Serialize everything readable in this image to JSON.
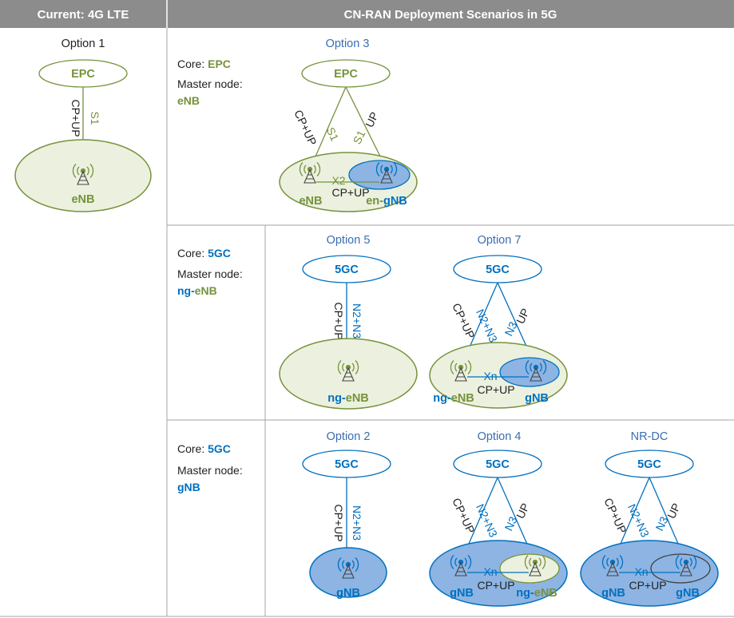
{
  "header": {
    "left": "Current: 4G LTE",
    "right": "CN-RAN Deployment Scenarios in 5G"
  },
  "colors": {
    "header_bg": "#8c8c8c",
    "lte_green": "#76923c",
    "green_fill": "#ebf1de",
    "nr_blue": "#0070c0",
    "blue_fill": "#8db4e2",
    "grid": "#a6a6a6",
    "text": "#222222"
  },
  "labels": {
    "core": "Core:",
    "master_node": "Master node:",
    "cp_up": "CP+UP",
    "up": "UP",
    "s1": "S1",
    "x2": "X2",
    "xn": "Xn",
    "n2n3": "N2+N3",
    "n3": "N3"
  },
  "rows": {
    "epc": {
      "core": "EPC",
      "master": "eNB"
    },
    "fivegc_ng": {
      "core": "5GC",
      "master_prefix": "ng-",
      "master_suffix": "eNB"
    },
    "fivegc_g": {
      "core": "5GC",
      "master": "gNB"
    }
  },
  "option1": {
    "title": "Option 1",
    "core": "EPC",
    "node": "eNB"
  },
  "option3": {
    "title": "Option 3",
    "core": "EPC",
    "node_a": "eNB",
    "node_b_prefix": "en-",
    "node_b_suffix": "gNB"
  },
  "option5": {
    "title": "Option 5",
    "core": "5GC",
    "node_prefix": "ng-",
    "node_suffix": "eNB"
  },
  "option7": {
    "title": "Option 7",
    "core": "5GC",
    "node_a_prefix": "ng-",
    "node_a_suffix": "eNB",
    "node_b": "gNB"
  },
  "option2": {
    "title": "Option 2",
    "core": "5GC",
    "node": "gNB"
  },
  "option4": {
    "title": "Option 4",
    "core": "5GC",
    "node_a": "gNB",
    "node_b_prefix": "ng-",
    "node_b_suffix": "eNB"
  },
  "nrdc": {
    "title": "NR-DC",
    "core": "5GC",
    "node_a": "gNB",
    "node_b": "gNB"
  }
}
